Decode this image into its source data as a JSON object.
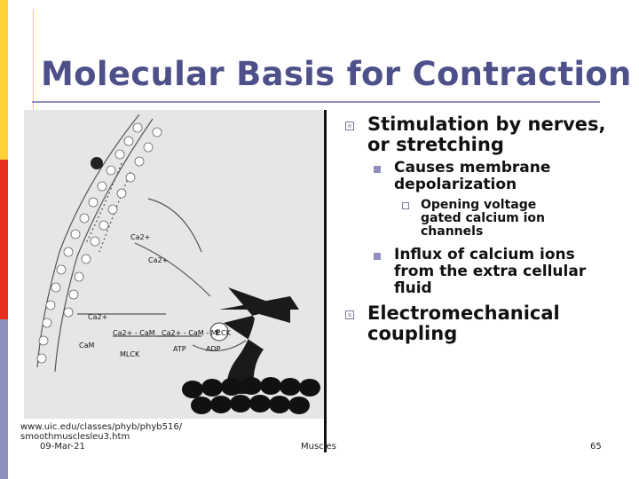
{
  "slide": {
    "title": "Molecular Basis for Contraction"
  },
  "bullets": [
    {
      "level": 1,
      "text": "Stimulation by nerves, or stretching"
    },
    {
      "level": 2,
      "text": "Causes membrane depolarization"
    },
    {
      "level": 3,
      "text": "Opening voltage gated calcium ion channels"
    },
    {
      "level": 2,
      "text": "Influx of calcium ions from the extra cellular fluid"
    },
    {
      "level": 1,
      "text": "Electromechanical coupling"
    }
  ],
  "figure": {
    "labels": [
      "Ca2+",
      "Ca2+",
      "Ca2+",
      "CaM",
      "Ca2+ - CaM",
      "Ca2+ - CaM - MLCK",
      "MLCK",
      "ATP",
      "ADP",
      "P"
    ]
  },
  "footer": {
    "source": "www.uic.edu/classes/phyb/phyb516/ smoothmusclesleu3.htm",
    "date": "09-Mar-21",
    "center": "Muscles",
    "page": "65"
  },
  "colors": {
    "title": "#4d5089",
    "stripe_yellow": "#ffd23a",
    "stripe_red": "#e8301e",
    "stripe_purple": "#8f8fbe"
  }
}
